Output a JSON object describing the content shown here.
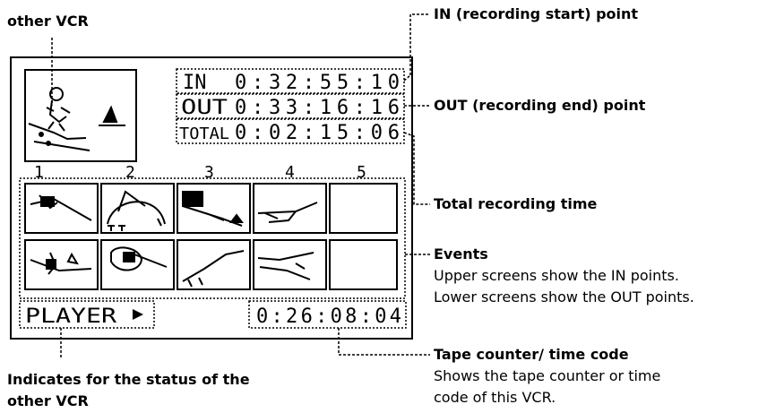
{
  "screen": {
    "in_label": "IN",
    "in_value": "0:32:55:10",
    "out_label": "OUT",
    "out_value": "0:33:16:16",
    "total_label": "TOTAL",
    "total_value": "0:02:15:06",
    "event_numbers": [
      "1",
      "2",
      "3",
      "4",
      "5"
    ],
    "status_text": "PLAYER",
    "status_icon": "play-triangle-icon",
    "counter_value": "0:26:08:04"
  },
  "callouts": {
    "other_vcr_top": "other VCR",
    "in_point": "IN (recording start) point",
    "out_point": "OUT (recording end) point",
    "total_time": "Total recording time",
    "events_title": "Events",
    "events_line1": "Upper screens show the IN points.",
    "events_line2": "Lower screens show the OUT points.",
    "counter_title": "Tape counter/ time code",
    "counter_line1": "Shows the tape counter or time",
    "counter_line2": "code of this VCR.",
    "status_line1": "Indicates for the status of the",
    "status_line2": "other VCR"
  }
}
